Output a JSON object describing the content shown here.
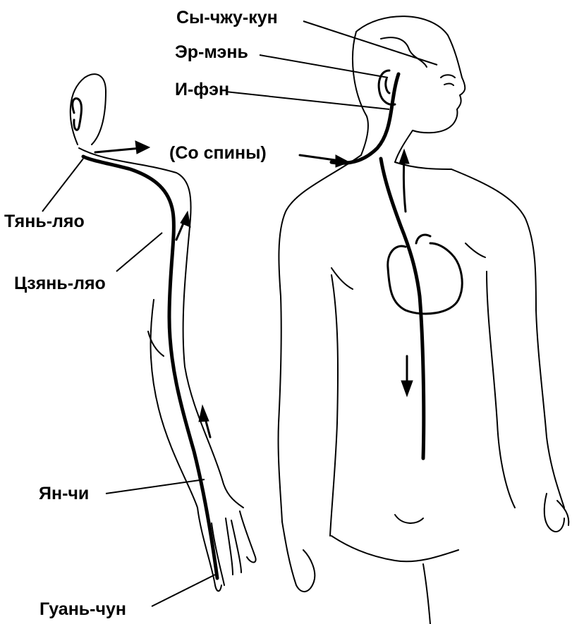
{
  "labels": {
    "si_zhu_kun": "Сы-чжу-кун",
    "er_men": "Эр-мэнь",
    "i_fen": "И-фэн",
    "so_spiny": "(Со спины)",
    "tyan_lyao": "Тянь-ляо",
    "tszyan_lyao": "Цзянь-ляо",
    "yan_chi": "Ян-чи",
    "guan_chun": "Гуань-чун"
  },
  "colors": {
    "ink": "#000000",
    "background": "#ffffff"
  }
}
